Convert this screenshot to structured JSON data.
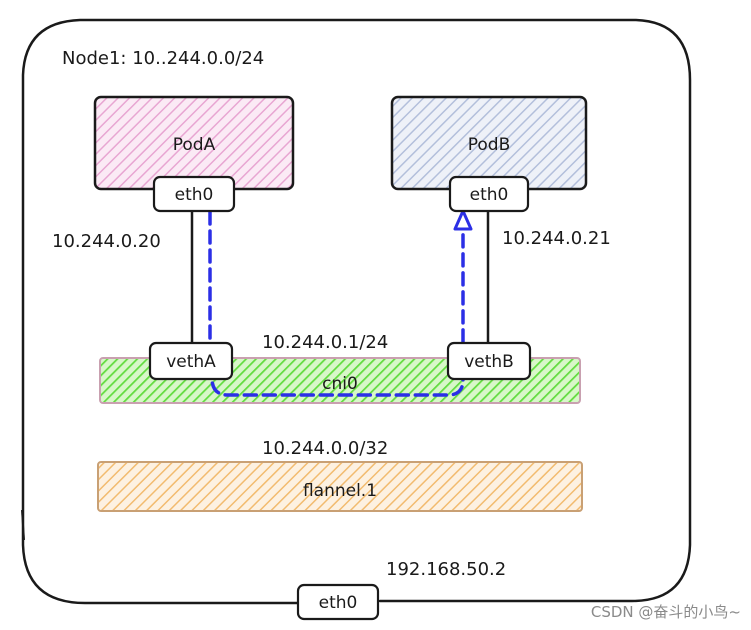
{
  "node": {
    "label": "Node1: 10..244.0.0/24"
  },
  "pods": {
    "pod_a": {
      "name": "PodA",
      "interface": "eth0",
      "ip": "10.244.0.20",
      "fill_color": "#f0b8dc"
    },
    "pod_b": {
      "name": "PodB",
      "interface": "eth0",
      "ip": "10.244.0.21",
      "fill_color": "#b9c6e3"
    }
  },
  "bridge": {
    "name": "cni0",
    "subnet": "10.244.0.1/24",
    "veth_a": "vethA",
    "veth_b": "vethB",
    "fill_color": "#6be04a",
    "border_color": "#c9a0b0"
  },
  "flannel": {
    "name": "flannel.1",
    "subnet": "10.244.0.0/32",
    "fill_color": "#f5bd72",
    "border_color": "#c9a074"
  },
  "host": {
    "interface": "eth0",
    "ip": "192.168.50.2"
  },
  "path": {
    "color": "#2b2fe6",
    "style": "dashed"
  },
  "watermark": "CSDN @奋斗的小鸟~"
}
